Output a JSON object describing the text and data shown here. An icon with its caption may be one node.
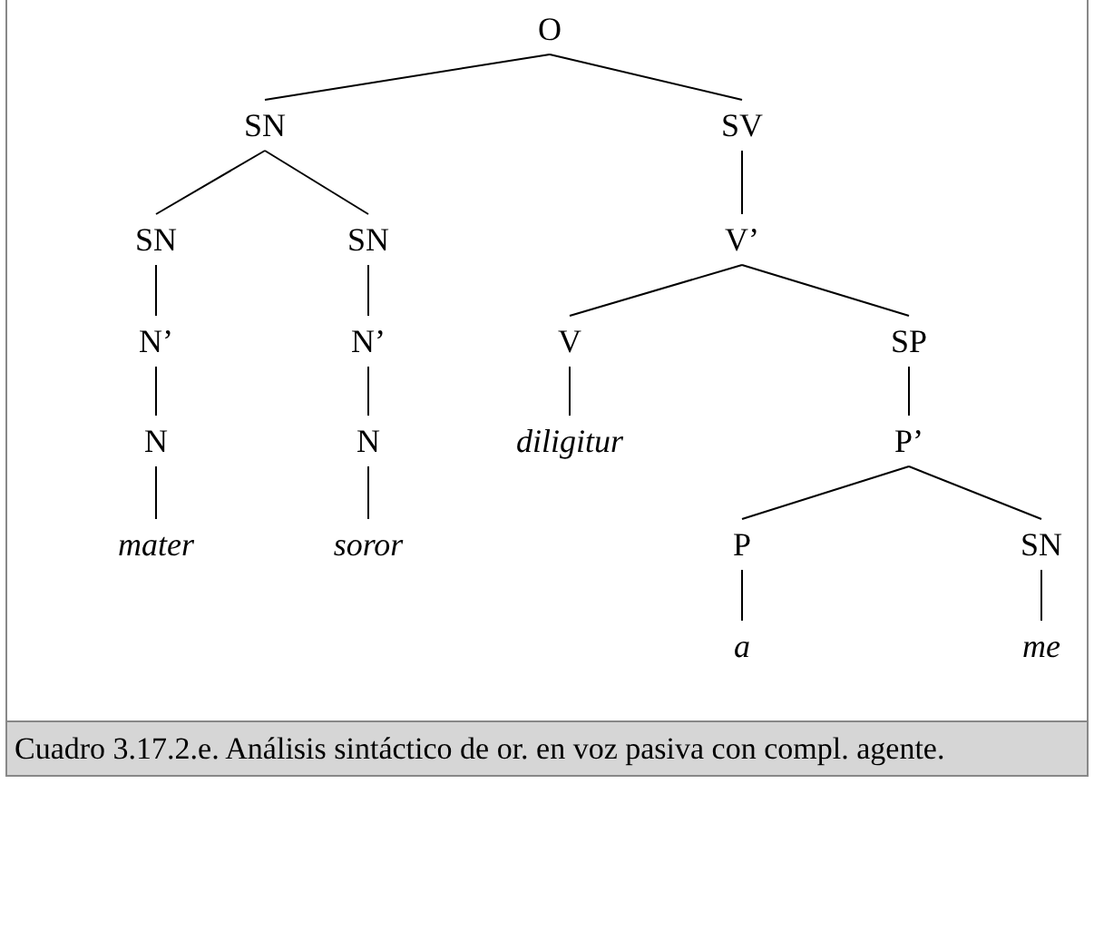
{
  "diagram": {
    "caption": "Cuadro 3.17.2.e. Análisis sintáctico de or. en voz pasiva con compl. agente.",
    "nodes": [
      {
        "text": [
          "O"
        ]
      },
      {
        "text": [
          "SN"
        ]
      },
      {
        "text": [
          "SV"
        ]
      },
      {
        "text": [
          "SN"
        ]
      },
      {
        "text": [
          "SN"
        ]
      },
      {
        "text": [
          "V’"
        ]
      },
      {
        "text": [
          "N’"
        ]
      },
      {
        "text": [
          "N’"
        ]
      },
      {
        "text": [
          "V"
        ]
      },
      {
        "text": [
          "SP"
        ]
      },
      {
        "text": [
          "N"
        ]
      },
      {
        "text": [
          "N"
        ]
      },
      {
        "text": [
          "diligitur"
        ]
      },
      {
        "text": [
          "P’"
        ]
      },
      {
        "text": [
          "mater"
        ]
      },
      {
        "text": [
          "soror"
        ]
      },
      {
        "text": [
          "P"
        ]
      },
      {
        "text": [
          "SN"
        ]
      },
      {
        "text": [
          "a"
        ]
      },
      {
        "text": [
          "me"
        ]
      }
    ],
    "edges": [
      {
        "from": 0,
        "to": 1,
        "arrow": "none"
      },
      {
        "from": 0,
        "to": 2,
        "arrow": "none"
      },
      {
        "from": 1,
        "to": 3,
        "arrow": "none"
      },
      {
        "from": 1,
        "to": 4,
        "arrow": "none"
      },
      {
        "from": 2,
        "to": 5,
        "arrow": "none"
      },
      {
        "from": 3,
        "to": 6,
        "arrow": "none"
      },
      {
        "from": 4,
        "to": 7,
        "arrow": "none"
      },
      {
        "from": 5,
        "to": 8,
        "arrow": "none"
      },
      {
        "from": 5,
        "to": 9,
        "arrow": "none"
      },
      {
        "from": 6,
        "to": 10,
        "arrow": "none"
      },
      {
        "from": 7,
        "to": 11,
        "arrow": "none"
      },
      {
        "from": 8,
        "to": 12,
        "arrow": "none"
      },
      {
        "from": 9,
        "to": 13,
        "arrow": "none"
      },
      {
        "from": 10,
        "to": 14,
        "arrow": "none"
      },
      {
        "from": 11,
        "to": 15,
        "arrow": "none"
      },
      {
        "from": 13,
        "to": 16,
        "arrow": "none"
      },
      {
        "from": 13,
        "to": 17,
        "arrow": "none"
      },
      {
        "from": 16,
        "to": 18,
        "arrow": "none"
      },
      {
        "from": 17,
        "to": 19,
        "arrow": "none"
      }
    ]
  }
}
